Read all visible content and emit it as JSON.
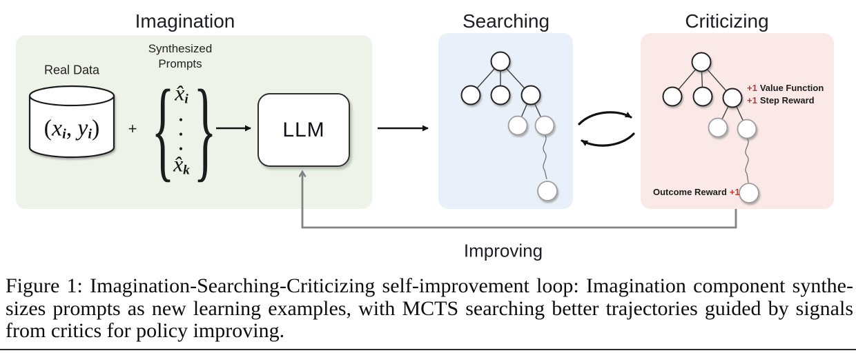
{
  "diagram": {
    "imagination": {
      "title": "Imagination",
      "real_data_label": "Real Data",
      "tuple": {
        "open": "(",
        "x": "x",
        "x_sub": "i",
        "comma": ",",
        "y": "y",
        "y_sub": "i",
        "close": ")"
      },
      "plus_sign": "+",
      "synthesized_label": [
        "Synthesized",
        "Prompts"
      ],
      "brace_open": "{",
      "brace_close": "}",
      "prompt_top": {
        "base": "x̂",
        "sub": "i"
      },
      "vertical_dots": [
        ".",
        ".",
        "."
      ],
      "prompt_bottom": {
        "base": "x̂",
        "sub": "k"
      },
      "llm_label": "LLM"
    },
    "searching": {
      "title": "Searching"
    },
    "criticizing": {
      "title": "Criticizing",
      "value_function_note": {
        "value": "+1",
        "label": "Value Function"
      },
      "step_reward_note": {
        "value": "+1",
        "label": "Step Reward"
      },
      "outcome_reward_note": {
        "label": "Outcome Reward",
        "value": "+1"
      }
    },
    "improving_label": "Improving",
    "colors": {
      "imagination_bg": "#edf3e9",
      "searching_bg": "#e9f0f9",
      "criticizing_bg": "#fbe9e8",
      "reward_red": "#b23b32",
      "loop_gray": "#828282"
    }
  },
  "caption": {
    "lines": [
      "Figure 1: Imagination-Searching-Criticizing self-improvement loop: Imagination component synthe-",
      "sizes prompts as new learning examples, with MCTS searching better trajectories guided by signals",
      "from critics for policy improving."
    ]
  }
}
